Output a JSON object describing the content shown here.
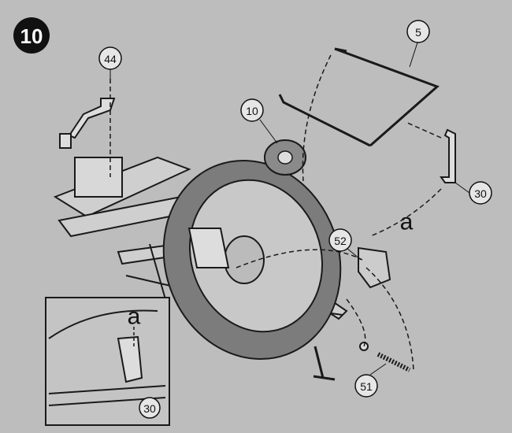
{
  "step_number": "10",
  "part_labels": {
    "p44": "44",
    "p5": "5",
    "p10": "10",
    "p30": "30",
    "p52": "52",
    "p51": "51",
    "inset_p30": "30"
  },
  "connection_letters": {
    "main": "a",
    "inset": "a"
  },
  "colors": {
    "background": "#bdbdbd",
    "tire": "#7c7c7c",
    "line": "#1a1a1a"
  }
}
